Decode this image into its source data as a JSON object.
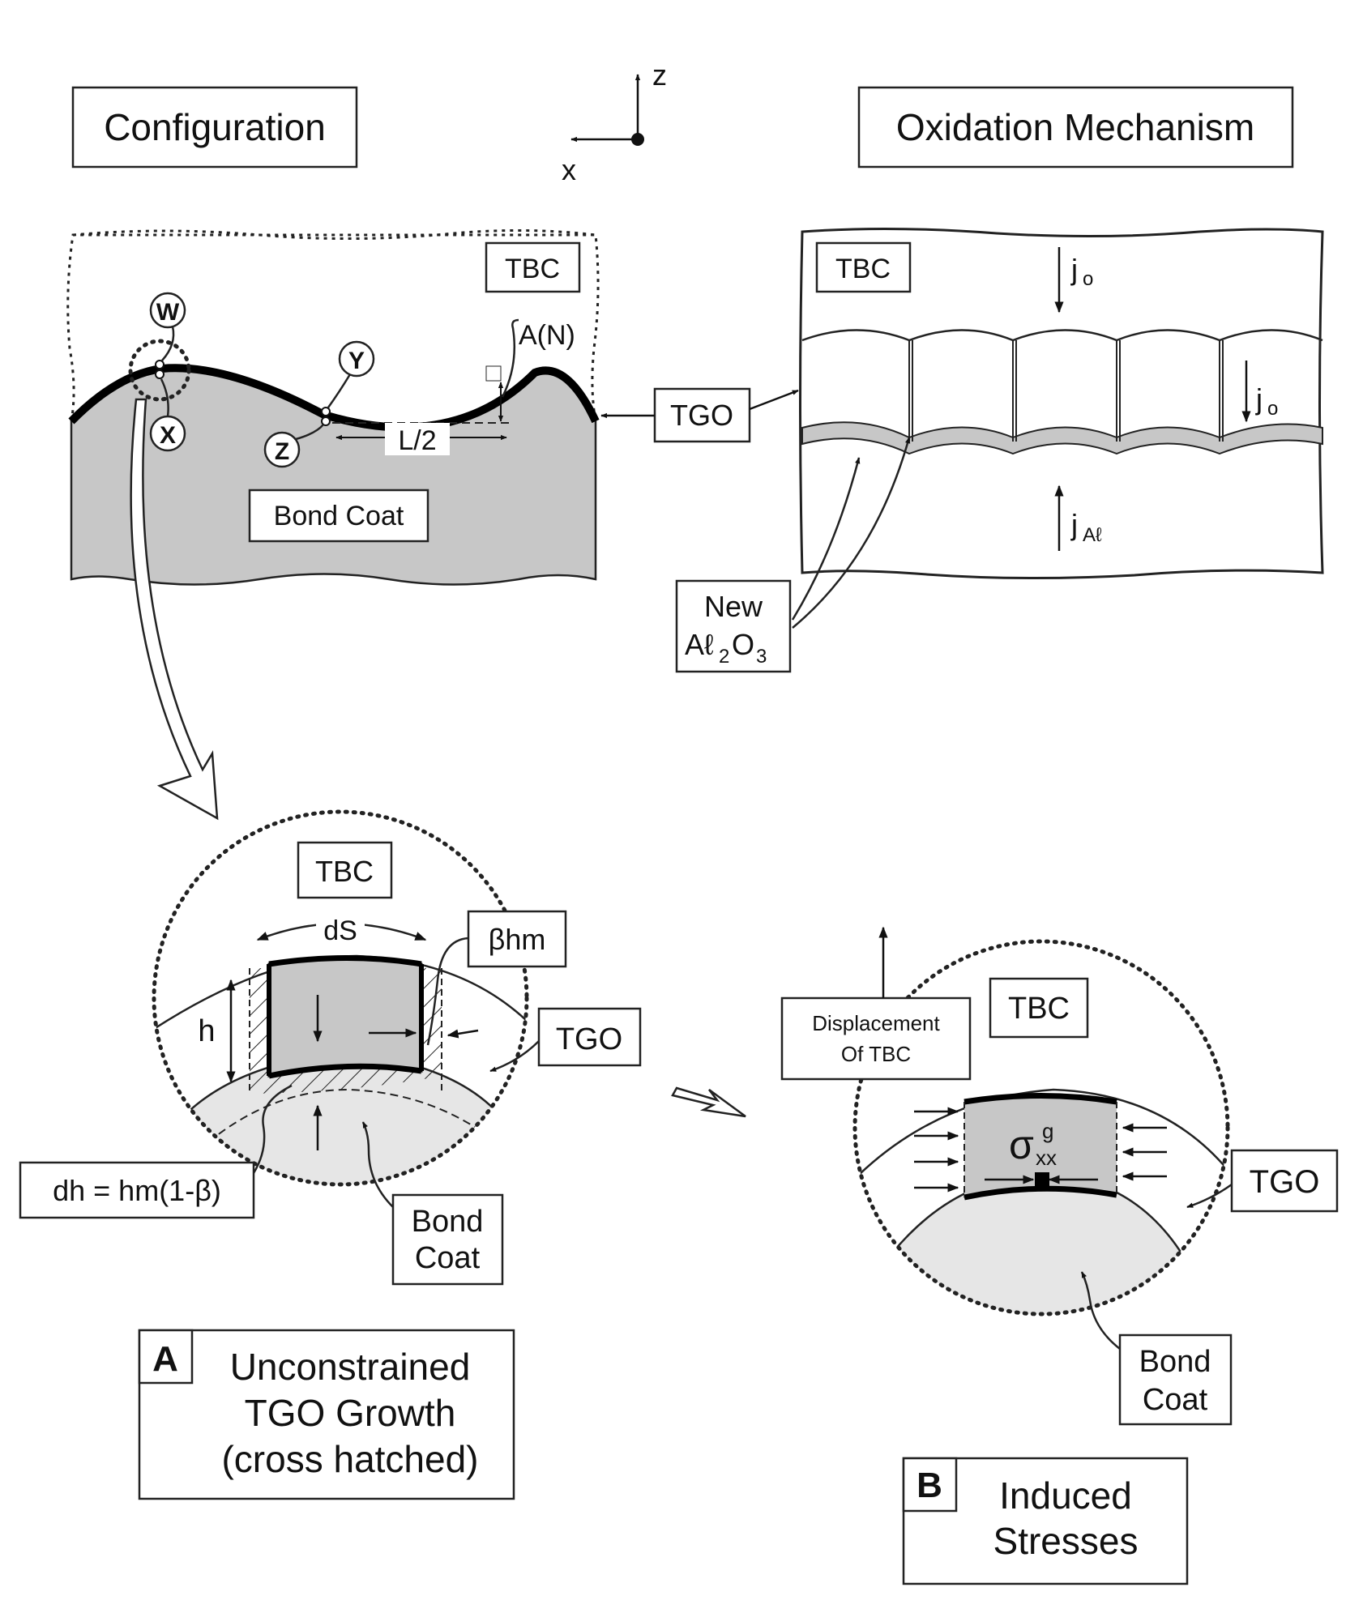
{
  "titles": {
    "configuration": "Configuration",
    "oxidation_mechanism": "Oxidation Mechanism"
  },
  "axes": {
    "z": "z",
    "x": "x"
  },
  "configuration_panel": {
    "tbc": "TBC",
    "bond_coat": "Bond Coat",
    "amplitude": "A(N)",
    "half_wavelength": "L/2",
    "points": [
      "W",
      "X",
      "Y",
      "Z"
    ]
  },
  "oxidation_panel": {
    "tbc": "TBC",
    "flux_o_top": "j",
    "flux_o_top_sub": "o",
    "flux_o_side": "j",
    "flux_o_side_sub": "o",
    "flux_al": "j",
    "flux_al_sub": "Aℓ"
  },
  "tgo_label": "TGO",
  "new_alumina": {
    "line1": "New",
    "line2_a": "Aℓ",
    "line2_sub1": "2",
    "line2_b": "O",
    "line2_sub2": "3"
  },
  "panel_a": {
    "tbc": "TBC",
    "ds": "dS",
    "beta_hm": "βhm",
    "h": "h",
    "tgo": "TGO",
    "dh": "dh = hm(1-β)",
    "bond_coat_line1": "Bond",
    "bond_coat_line2": "Coat",
    "letter": "A",
    "caption_line1": "Unconstrained",
    "caption_line2": "TGO Growth",
    "caption_line3": "(cross hatched)"
  },
  "panel_b": {
    "displacement_line1": "Displacement",
    "displacement_line2": "Of TBC",
    "tbc": "TBC",
    "sigma": "σ",
    "sigma_sup": "g",
    "sigma_sub": "xx",
    "tgo": "TGO",
    "bond_coat_line1": "Bond",
    "bond_coat_line2": "Coat",
    "letter": "B",
    "caption_line1": "Induced",
    "caption_line2": "Stresses"
  }
}
